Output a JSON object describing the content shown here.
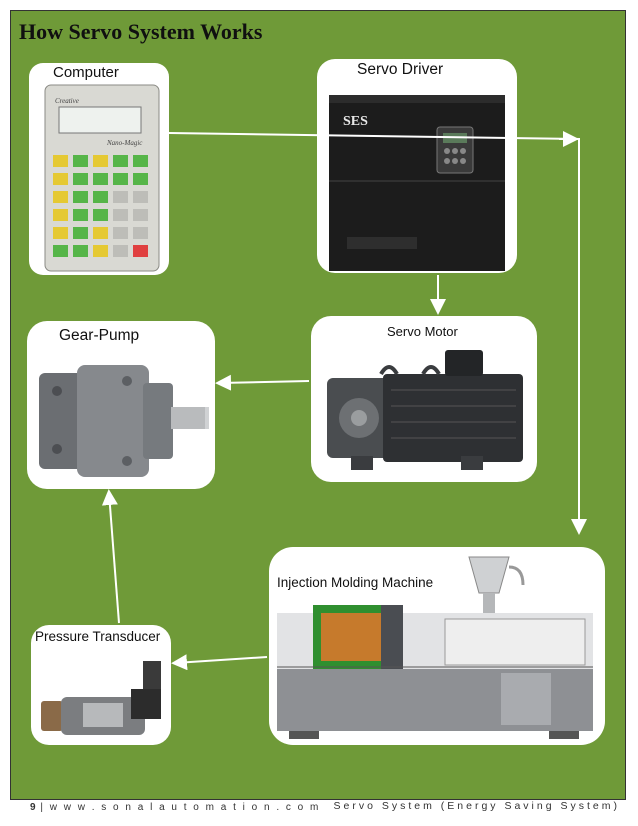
{
  "title": "How Servo System Works",
  "components": {
    "computer": "Computer",
    "servo_driver": "Servo Driver",
    "servo_motor": "Servo Motor",
    "gear_pump": "Gear-Pump",
    "injection_molding_machine": "Injection Molding Machine",
    "pressure_transducer": "Pressure Transducer"
  },
  "computer_panel": {
    "brand": "Creative",
    "model": "Nano-Magic"
  },
  "driver_brand": "SES",
  "footer": {
    "page_number": "9",
    "website": "w w w . s o n a l a u t o m a t i o n . c o m",
    "document_title": "Servo System (Energy Saving System)"
  },
  "colors": {
    "panel_background": "#6f9a38",
    "arrow": "#ffffff"
  }
}
